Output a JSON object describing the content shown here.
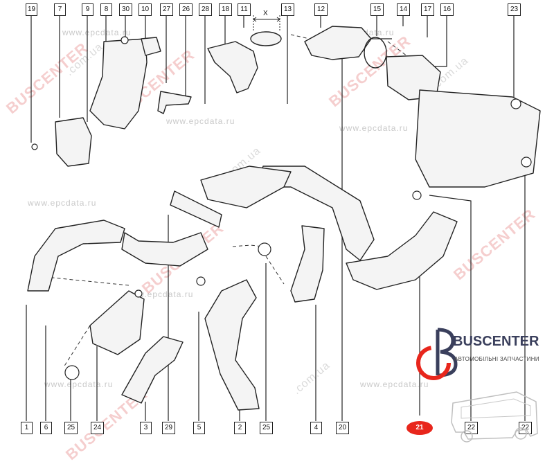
{
  "callouts": {
    "c19": "19",
    "c7": "7",
    "c9": "9",
    "c8": "8",
    "c30": "30",
    "c10": "10",
    "c27": "27",
    "c26": "26",
    "c28": "28",
    "c18": "18",
    "c11": "11",
    "c13": "13",
    "c12": "12",
    "c15": "15",
    "c14": "14",
    "c17": "17",
    "c16": "16",
    "c23": "23",
    "b1": "1",
    "b6": "6",
    "b25a": "25",
    "b24": "24",
    "b3": "3",
    "b29": "29",
    "b5": "5",
    "b2": "2",
    "b25b": "25",
    "b4": "4",
    "b20": "20",
    "b21": "21",
    "b22a": "22",
    "b22b": "22"
  },
  "dimension_label": "X",
  "watermarks": {
    "epc": "www.epcdata.ru",
    "buscenter": "BUSCENTER",
    "domain": ".com.ua"
  },
  "logo": {
    "brand": "BUSCENTER",
    "tagline": "АВТОМОБІЛЬНІ ЗАПЧАСТИНИ",
    "accent_color": "#e8261c",
    "text_color": "#3a3f5c"
  },
  "colors": {
    "highlight": "#e8261c",
    "line": "#222222"
  }
}
